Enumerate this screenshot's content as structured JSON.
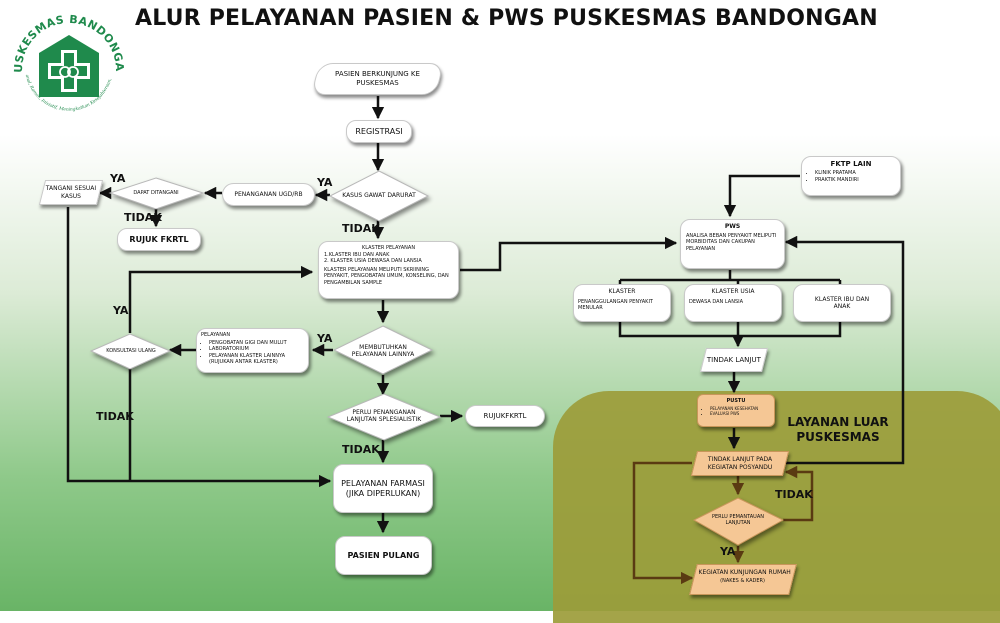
{
  "title": "ALUR PELAYANAN PASIEN & PWS PUSKESMAS BANDONGAN",
  "logo": {
    "text_top": "PUSKESMAS BANDONGAN",
    "text_bottom": "Profesional, Ramah, Inisiatif, Meningkatkan Kesejahteraan, Amanah",
    "colors": {
      "green": "#1f8a4c",
      "white": "#ffffff"
    }
  },
  "zone_label": "LAYANAN LUAR PUSKESMAS",
  "nodes": {
    "start": "PASIEN BERKUNJUNG KE PUSKESMAS",
    "registrasi": "REGISTRASI",
    "kasus_gd": "KASUS GAWAT DARURAT",
    "ugd": "PENANGANAN UGD/RB",
    "dapat_ditangani": "DAPAT DITANGANI",
    "tangani": "TANGANI SESUAI KASUS",
    "rujuk_fkrtl": "RUJUK FKRTL",
    "klaster_title": "KLASTER PELAYANAN",
    "klaster_items": [
      "1.KLASTER IBU DAN ANAK",
      "2. KLASTER USIA DEWASA DAN LANSIA"
    ],
    "klaster_note": "KLASTER PELAYANAN MELIPUTI SKRIINING PENYAKIT, PENGOBATAN UMUM, KONSELING, DAN PENGAMBILAN SAMPLE",
    "membutuhkan": "MEMBUTUHKAN PELAYANAN LAINNYA",
    "pelayanan_title": "PELAYANAN",
    "pelayanan_items": [
      "PENGOBATAN GIGI DAN MULUT",
      "LABORATORIUM",
      "PELAYANAN KLASTER LAINNYA (RUJUKAN ANTAR KLASTER)"
    ],
    "konsultasi": "KONSULTASI ULANG",
    "perlu_spesialistik": "PERLU PENANGANAN LANJUTAN SPLESIALISTIK",
    "rujukfkrtl": "RUJUKFKRTL",
    "farmasi": "PELAYANAN FARMASI (JIKA DIPERLUKAN)",
    "pulang": "PASIEN PULANG",
    "fktp_title": "FKTP LAIN",
    "fktp_items": [
      "KLINIK PRATAMA",
      "PRAKTIK MANDIRI"
    ],
    "pws_title": "PWS",
    "pws_desc": "ANALISA BEBAN PENYAKIT MELIPUTI MORBIDITAS DAN CAKUPAN PELAYANAN",
    "klaster_a_title": "KLASTER",
    "klaster_a_desc": "PENANGGULANGAN PENYAKIT MENULAR",
    "klaster_b_title": "KLASTER USIA",
    "klaster_b_desc": "DEWASA DAN LANSIA",
    "klaster_c_title": "KLASTER IBU DAN ANAK",
    "tindak_lanjut": "TINDAK LANJUT",
    "pustu_title": "PUSTU",
    "pustu_items": [
      "PELAYANAN KESEHATAN",
      "EVALUASI PWS"
    ],
    "posyandu": "TINDAK LANJUT PADA KEGIATAN POSYANDU",
    "pemantauan": "PERLU PEMANTAUAN LANJUTAN",
    "kunjungan": "KEGIATAN KUNJUNGAN RUMAH",
    "kunjungan_sub": "(NAKES & KADER)"
  },
  "edge_labels": {
    "ya_gd": "YA",
    "tidak_gd": "TIDAK",
    "ya_dapat": "YA",
    "tidak_dapat": "TIDAK",
    "ya_membutuhkan": "YA",
    "ya_konsultasi": "YA",
    "tidak_konsultasi": "TIDAK",
    "tidak_spesialistik": "TIDAK",
    "tidak_pemantauan": "TIDAK",
    "ya_pemantauan": "YA"
  },
  "colors": {
    "zone": "#9c9c3a",
    "node_orange": "#f5c795",
    "arrow_dark": "#111111",
    "arrow_brown": "#5a3a12"
  }
}
